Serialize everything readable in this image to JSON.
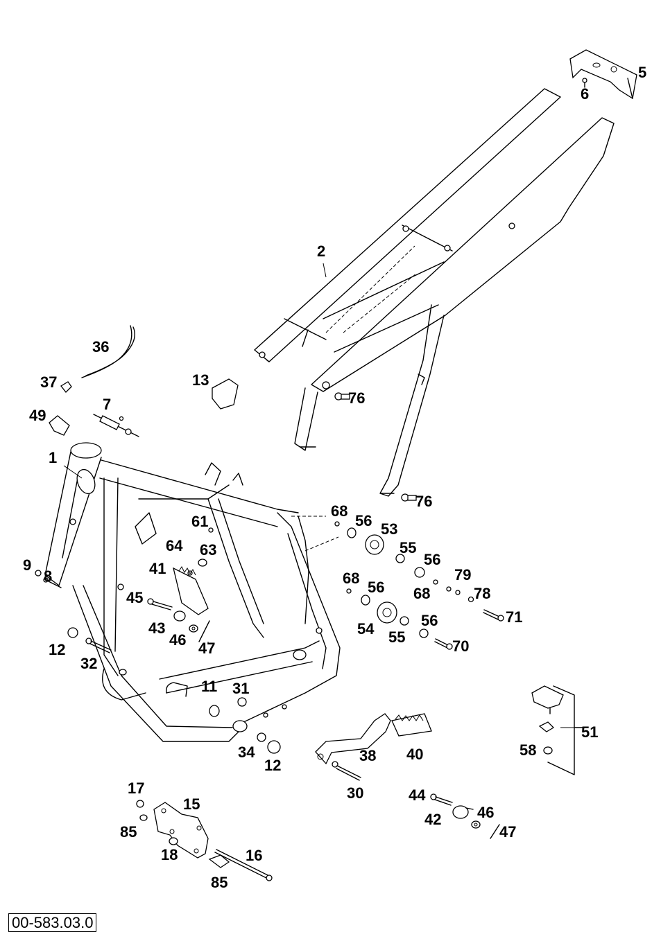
{
  "diagram": {
    "reference_code": "00-583.03.0",
    "callouts": [
      {
        "id": "c1",
        "text": "1"
      },
      {
        "id": "c2",
        "text": "2"
      },
      {
        "id": "c5",
        "text": "5"
      },
      {
        "id": "c6",
        "text": "6"
      },
      {
        "id": "c7",
        "text": "7"
      },
      {
        "id": "c8",
        "text": "8"
      },
      {
        "id": "c9",
        "text": "9"
      },
      {
        "id": "c11",
        "text": "11"
      },
      {
        "id": "c12a",
        "text": "12"
      },
      {
        "id": "c12b",
        "text": "12"
      },
      {
        "id": "c13",
        "text": "13"
      },
      {
        "id": "c15",
        "text": "15"
      },
      {
        "id": "c16",
        "text": "16"
      },
      {
        "id": "c17",
        "text": "17"
      },
      {
        "id": "c18",
        "text": "18"
      },
      {
        "id": "c30",
        "text": "30"
      },
      {
        "id": "c31",
        "text": "31"
      },
      {
        "id": "c32",
        "text": "32"
      },
      {
        "id": "c34",
        "text": "34"
      },
      {
        "id": "c36",
        "text": "36"
      },
      {
        "id": "c37",
        "text": "37"
      },
      {
        "id": "c38",
        "text": "38"
      },
      {
        "id": "c40",
        "text": "40"
      },
      {
        "id": "c41",
        "text": "41"
      },
      {
        "id": "c42",
        "text": "42"
      },
      {
        "id": "c43",
        "text": "43"
      },
      {
        "id": "c44",
        "text": "44"
      },
      {
        "id": "c45",
        "text": "45"
      },
      {
        "id": "c46a",
        "text": "46"
      },
      {
        "id": "c46b",
        "text": "46"
      },
      {
        "id": "c47a",
        "text": "47"
      },
      {
        "id": "c47b",
        "text": "47"
      },
      {
        "id": "c49",
        "text": "49"
      },
      {
        "id": "c51",
        "text": "51"
      },
      {
        "id": "c53",
        "text": "53"
      },
      {
        "id": "c54",
        "text": "54"
      },
      {
        "id": "c55a",
        "text": "55"
      },
      {
        "id": "c55b",
        "text": "55"
      },
      {
        "id": "c56a",
        "text": "56"
      },
      {
        "id": "c56b",
        "text": "56"
      },
      {
        "id": "c56c",
        "text": "56"
      },
      {
        "id": "c56d",
        "text": "56"
      },
      {
        "id": "c58",
        "text": "58"
      },
      {
        "id": "c61",
        "text": "61"
      },
      {
        "id": "c63",
        "text": "63"
      },
      {
        "id": "c64",
        "text": "64"
      },
      {
        "id": "c68a",
        "text": "68"
      },
      {
        "id": "c68b",
        "text": "68"
      },
      {
        "id": "c68c",
        "text": "68"
      },
      {
        "id": "c70",
        "text": "70"
      },
      {
        "id": "c71",
        "text": "71"
      },
      {
        "id": "c76a",
        "text": "76"
      },
      {
        "id": "c76b",
        "text": "76"
      },
      {
        "id": "c78",
        "text": "78"
      },
      {
        "id": "c79",
        "text": "79"
      },
      {
        "id": "c85a",
        "text": "85"
      },
      {
        "id": "c85b",
        "text": "85"
      }
    ]
  }
}
